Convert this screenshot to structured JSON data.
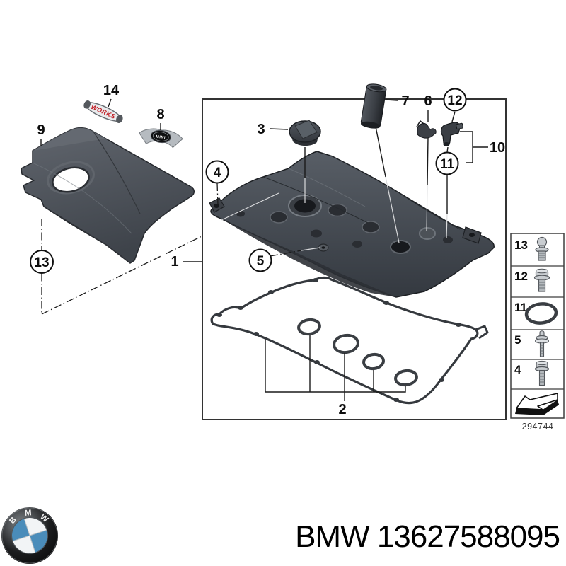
{
  "diagram": {
    "callouts": {
      "n1": "1",
      "n2": "2",
      "n3": "3",
      "n4": "4",
      "n5": "5",
      "n6": "6",
      "n7": "7",
      "n8": "8",
      "n9": "9",
      "n10": "10",
      "n11": "11",
      "n12": "12",
      "n13": "13",
      "n14": "14"
    },
    "parts": {
      "works_badge_text": "WORKS",
      "mini_emblem_text": "MINI"
    }
  },
  "sidebar": {
    "rows": [
      {
        "num": "13",
        "icon": "ball-stud-icon"
      },
      {
        "num": "12",
        "icon": "flange-bolt-icon"
      },
      {
        "num": "11",
        "icon": "o-ring-icon"
      },
      {
        "num": "5",
        "icon": "stud-bolt-icon"
      },
      {
        "num": "4",
        "icon": "hex-bolt-icon"
      }
    ],
    "legend_icon": "direction-arrow-icon",
    "drawing_number": "294744"
  },
  "footer": {
    "logo_letters": [
      "B",
      "M",
      "W"
    ],
    "label": "BMW 13627588095"
  },
  "colors": {
    "part_gray": "#4b5056",
    "line": "#1a1a1a",
    "logo_blue": "#4a8cba",
    "badge_red": "#c2242b"
  }
}
